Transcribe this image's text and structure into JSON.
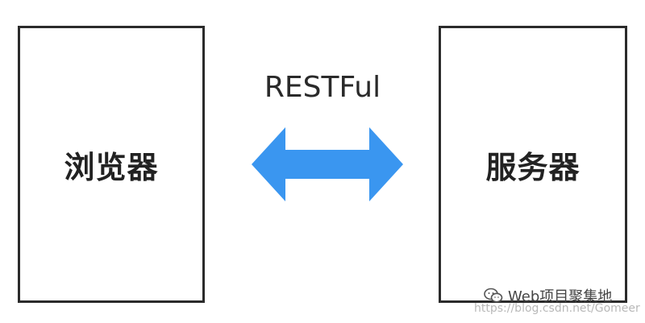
{
  "diagram": {
    "left_box": {
      "label": "浏览器"
    },
    "right_box": {
      "label": "服务器"
    },
    "connector": {
      "label": "RESTFul",
      "direction": "bidirectional",
      "color": "#3a96f0"
    }
  },
  "watermark": {
    "brand": "Web项目聚集地",
    "url": "https://blog.csdn.net/Gomeer",
    "icon": "wechat-icon"
  },
  "colors": {
    "border": "#2b2b2b",
    "arrow": "#3a96f0",
    "text": "#222222"
  }
}
